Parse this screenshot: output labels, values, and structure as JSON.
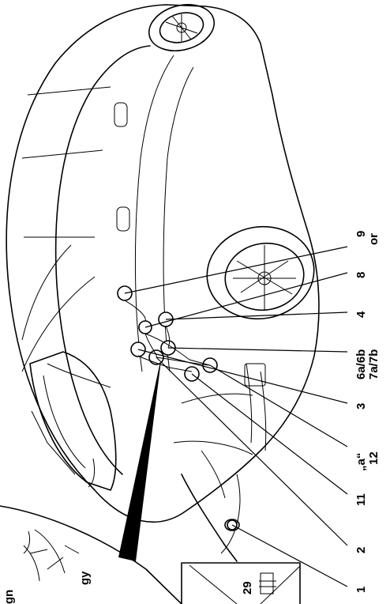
{
  "labels": {
    "l1": "1",
    "l2": "2",
    "l11": "11",
    "l12": "12",
    "la": "„a“",
    "l3": "3",
    "l6a6b": "6a/6b",
    "l7a7b": "7a/7b",
    "l4": "4",
    "l8": "8",
    "l9": "9",
    "lor": "or",
    "l29": "29",
    "gn": "gn",
    "gy": "gy"
  }
}
